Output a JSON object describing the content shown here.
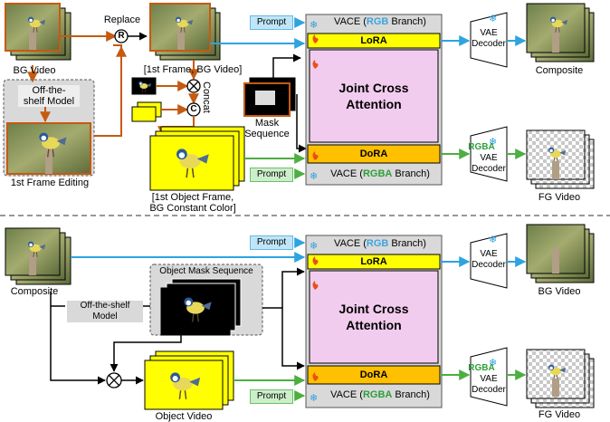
{
  "colors": {
    "blue_arrow": "#2ea3df",
    "green_arrow": "#4caf40",
    "orange_arrow": "#c55a11",
    "lora_fill": "#ffff00",
    "dora_fill": "#ffc000",
    "attention_fill": "#f2ccee",
    "vace_fill": "#d9d9d9",
    "rgb_text": "#3da5e0",
    "rgba_text": "#2e9f3a"
  },
  "top": {
    "bg_video": "BG Video",
    "replace": "Replace",
    "replace_symbol": "R",
    "first_frame_bg": "[1st Frame, BG Video]",
    "off_the_shelf": [
      "Off-the-",
      "shelf Model"
    ],
    "first_frame_editing": "1st Frame Editing",
    "concat": "Concat",
    "concat_symbol": "C",
    "multiply_symbol": "⊗",
    "mask_sequence": [
      "Mask",
      "Sequence"
    ],
    "object_frame": [
      "[1st Object Frame,",
      "BG Constant Color]"
    ],
    "prompt_top": "Prompt",
    "prompt_bottom": "Prompt",
    "vace_prefix": "VACE (",
    "vace_rgb": "RGB",
    "vace_rgba": "RGBA",
    "vace_suffix": " Branch)",
    "lora": "LoRA",
    "dora": "DoRA",
    "joint": [
      "Joint Cross",
      "Attention"
    ],
    "vae_top": [
      "VAE",
      "Decoder"
    ],
    "vae_bottom_rgba": "RGBA",
    "vae_bottom": [
      "VAE",
      "Decoder"
    ],
    "composite": "Composite",
    "fg_video": "FG Video"
  },
  "bottom": {
    "composite": "Composite",
    "object_mask_sequence": "Object Mask Sequence",
    "off_the_shelf": [
      "Off-the-shelf",
      "Model"
    ],
    "object_video": "Object Video",
    "prompt_top": "Prompt",
    "prompt_bottom": "Prompt",
    "lora": "LoRA",
    "dora": "DoRA",
    "joint": [
      "Joint Cross",
      "Attention"
    ],
    "vae_top": [
      "VAE",
      "Decoder"
    ],
    "vae_bottom_rgba": "RGBA",
    "vae_bottom": [
      "VAE",
      "Decoder"
    ],
    "bg_video": "BG Video",
    "fg_video": "FG Video"
  },
  "icons": [
    "snowflake-icon",
    "fire-icon",
    "bird-photo",
    "checkerboard-background"
  ]
}
